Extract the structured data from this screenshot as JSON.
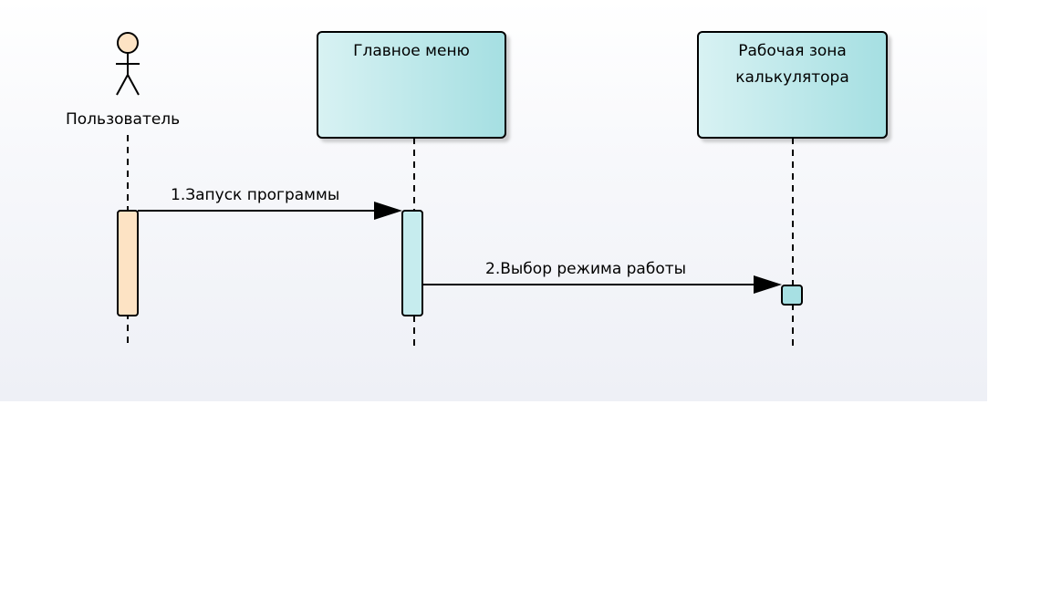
{
  "diagram": {
    "actor": {
      "name": "Пользователь"
    },
    "lifelines": [
      {
        "name": "Главное меню"
      },
      {
        "name": "Рабочая зона\nкалькулятора"
      }
    ],
    "messages": [
      {
        "label": "1.Запуск программы"
      },
      {
        "label": "2.Выбор режима работы"
      }
    ]
  },
  "colors": {
    "actor_fill": "#fde3c4",
    "box_fill_light": "#d6f1f2",
    "box_fill_dark": "#a7e0e3",
    "stroke": "#000000"
  }
}
